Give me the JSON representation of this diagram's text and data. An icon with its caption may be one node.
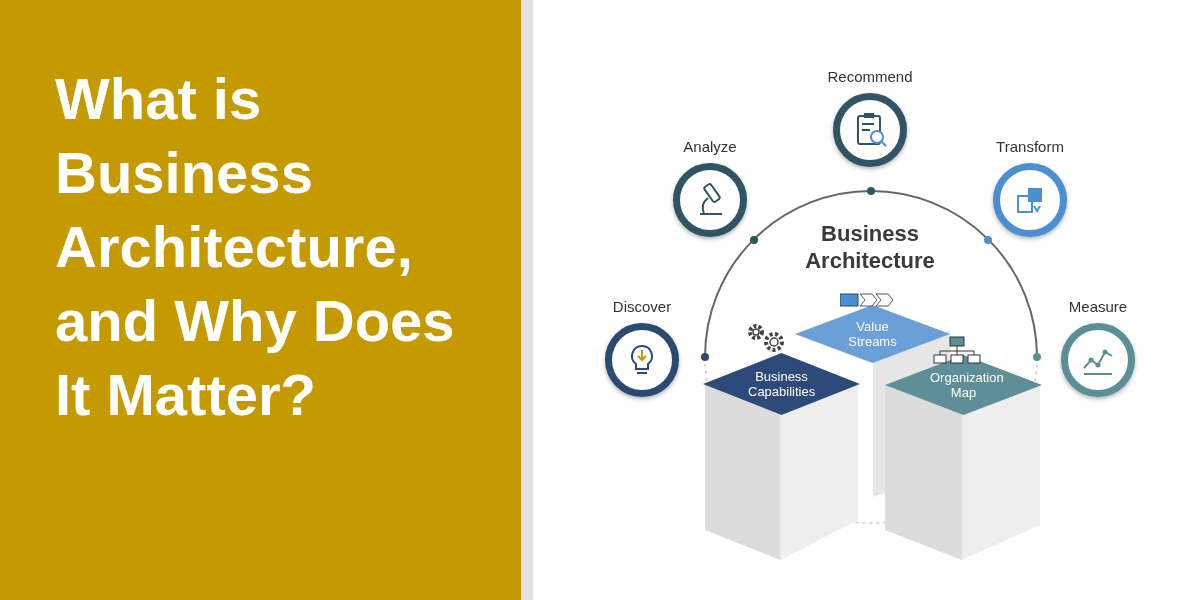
{
  "diagram": {
    "title": "What is Business Architecture, and Why Does It Matter?",
    "nodes": [
      {
        "text": [
          "Recommend"
        ]
      },
      {
        "text": [
          "Analyze"
        ]
      },
      {
        "text": [
          "Transform"
        ]
      },
      {
        "text": [
          "Discover"
        ]
      },
      {
        "text": [
          "Measure"
        ]
      },
      {
        "text": [
          "Value Streams"
        ]
      },
      {
        "text": [
          "Business Capabilities"
        ]
      },
      {
        "text": [
          "Organization Map"
        ]
      }
    ],
    "labels": [
      "Business Architecture"
    ]
  }
}
